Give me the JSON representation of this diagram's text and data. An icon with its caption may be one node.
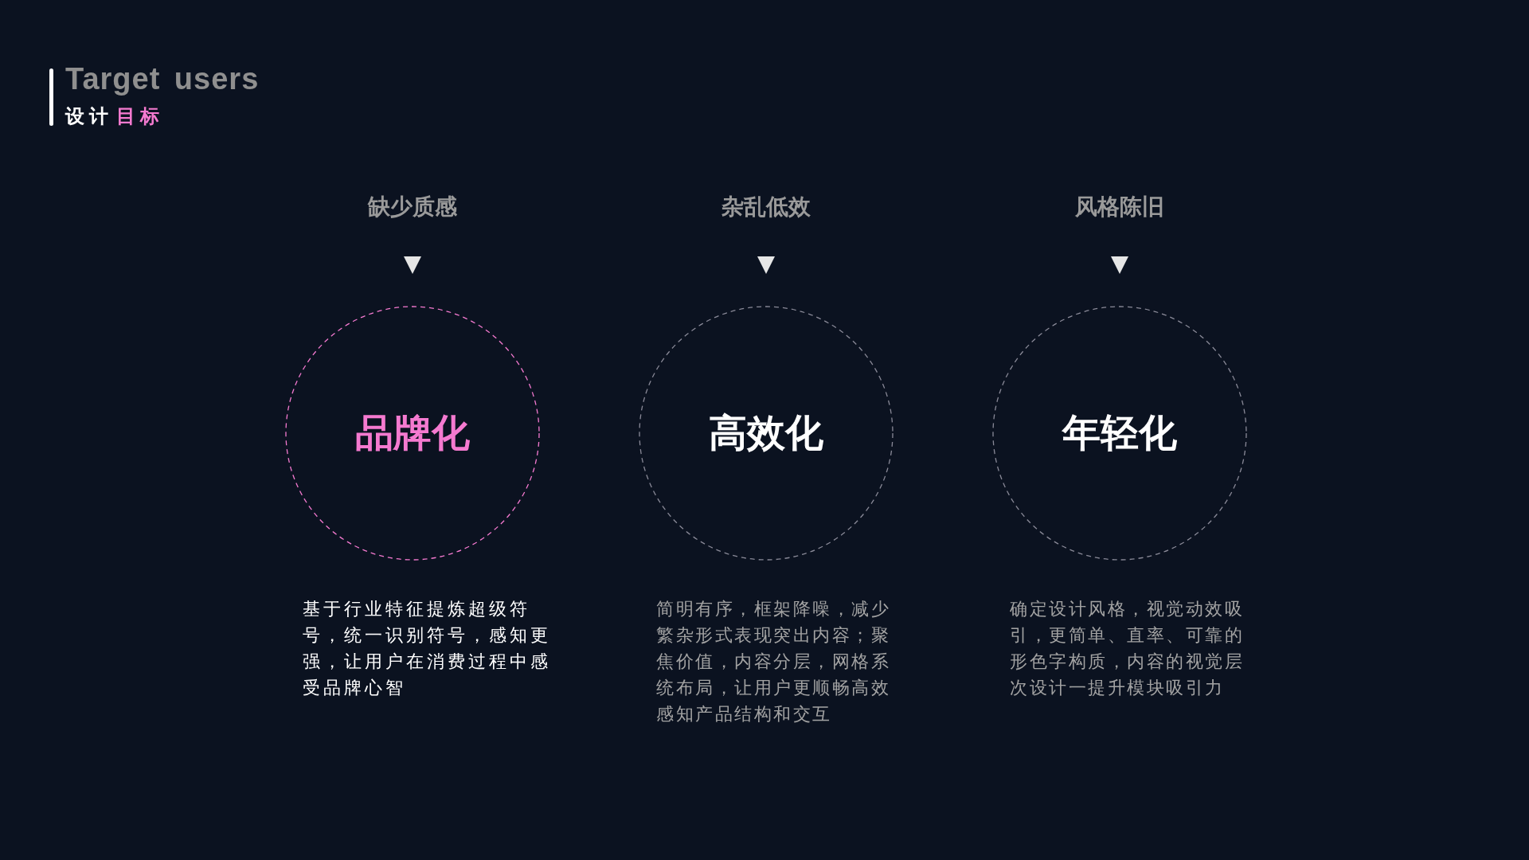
{
  "diagram": {
    "title": "Target users",
    "nodes": [
      {
        "text": [
          "缺少质感"
        ]
      },
      {
        "text": [
          "杂乱低效"
        ]
      },
      {
        "text": [
          "风格陈旧"
        ]
      },
      {
        "text": [
          "品牌化"
        ],
        "beside": [
          "基于行业特征提炼超级符号，统一识别符号，感知更强，让用户在消费过程中感受品牌心智"
        ]
      },
      {
        "text": [
          "高效化"
        ],
        "beside": [
          "简明有序，框架降噪，减少繁杂形式表现突出内容；聚焦价值，内容分层，网格系统布局，让用户更顺畅高效感知产品结构和交互"
        ]
      },
      {
        "text": [
          "年轻化"
        ],
        "beside": [
          "确定设计风格，视觉动效吸引，更简单、直率、可靠的形色字构质，内容的视觉层次设计一提升模块吸引力"
        ]
      }
    ],
    "edges": [
      {
        "from": 0,
        "to": 3,
        "arrow": "to"
      },
      {
        "from": 1,
        "to": 4,
        "arrow": "to"
      },
      {
        "from": 2,
        "to": 5,
        "arrow": "to"
      }
    ],
    "labels": [
      "设计",
      "目标"
    ]
  }
}
